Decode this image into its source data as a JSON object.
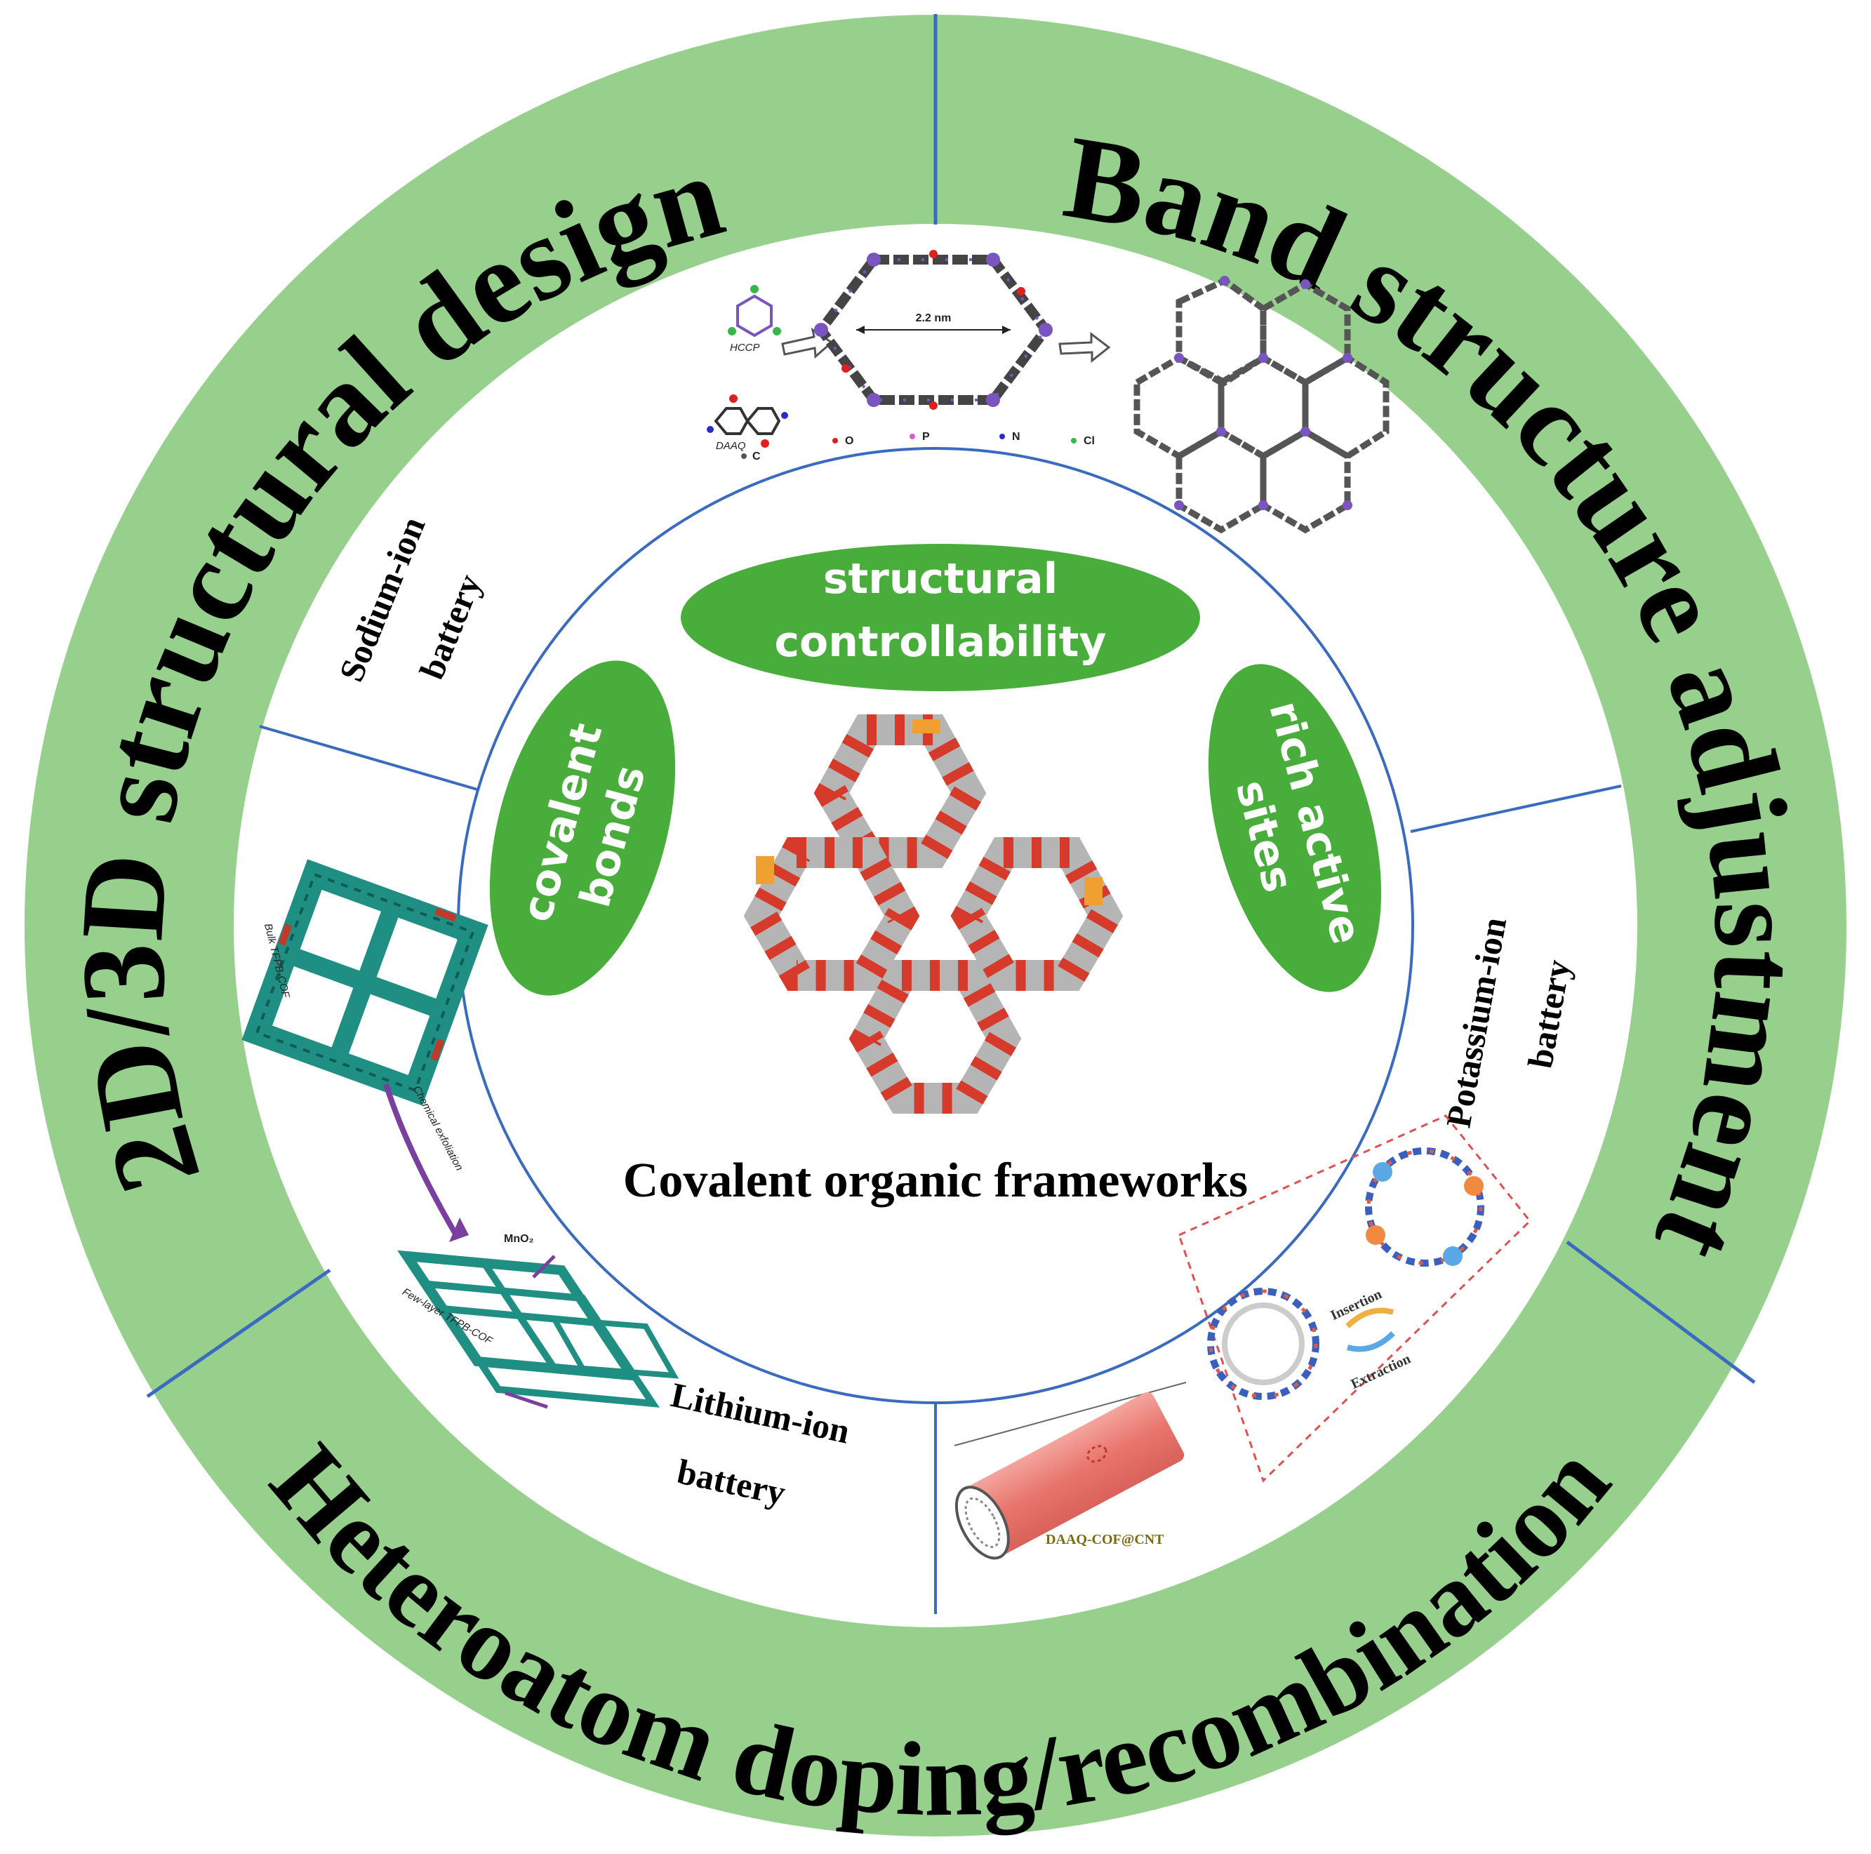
{
  "outer_ring": {
    "top_left_label": "2D/3D structural design",
    "top_right_label": "Band structure adjustment",
    "bottom_label": "Heteroatom doping/recombination",
    "fill_color": "#97cf8c",
    "divider_color": "#3a6bbf"
  },
  "batteries": {
    "sodium_line1": "Sodium-ion",
    "sodium_line2": "battery",
    "potassium_line1": "Potassium-ion",
    "potassium_line2": "battery",
    "lithium_line1": "Lithium-ion",
    "lithium_line2": "battery"
  },
  "features": {
    "top_line1": "structural",
    "top_line2": "controllability",
    "left_line1": "covalent",
    "left_line2": "bonds",
    "right_line1": "rich active",
    "right_line2": "sites",
    "fill_color": "#49ad3b"
  },
  "center": {
    "title": "Covalent organic frameworks"
  },
  "sodium_figure": {
    "hccp": "HCCP",
    "daaq": "DAAQ",
    "pore": "2.2 nm",
    "legend_c": "C",
    "legend_o": "O",
    "legend_p": "P",
    "legend_n": "N",
    "legend_cl": "Cl"
  },
  "lithium_figure": {
    "bulk": "Bulk TFPB-COF",
    "exfoliation": "Chemical exfoliation",
    "mno2": "MnO₂",
    "few_layer": "Few-layer TFPB-COF"
  },
  "potassium_figure": {
    "insertion": "Insertion",
    "extraction": "Extraction",
    "cnt": "DAAQ-COF@CNT"
  }
}
